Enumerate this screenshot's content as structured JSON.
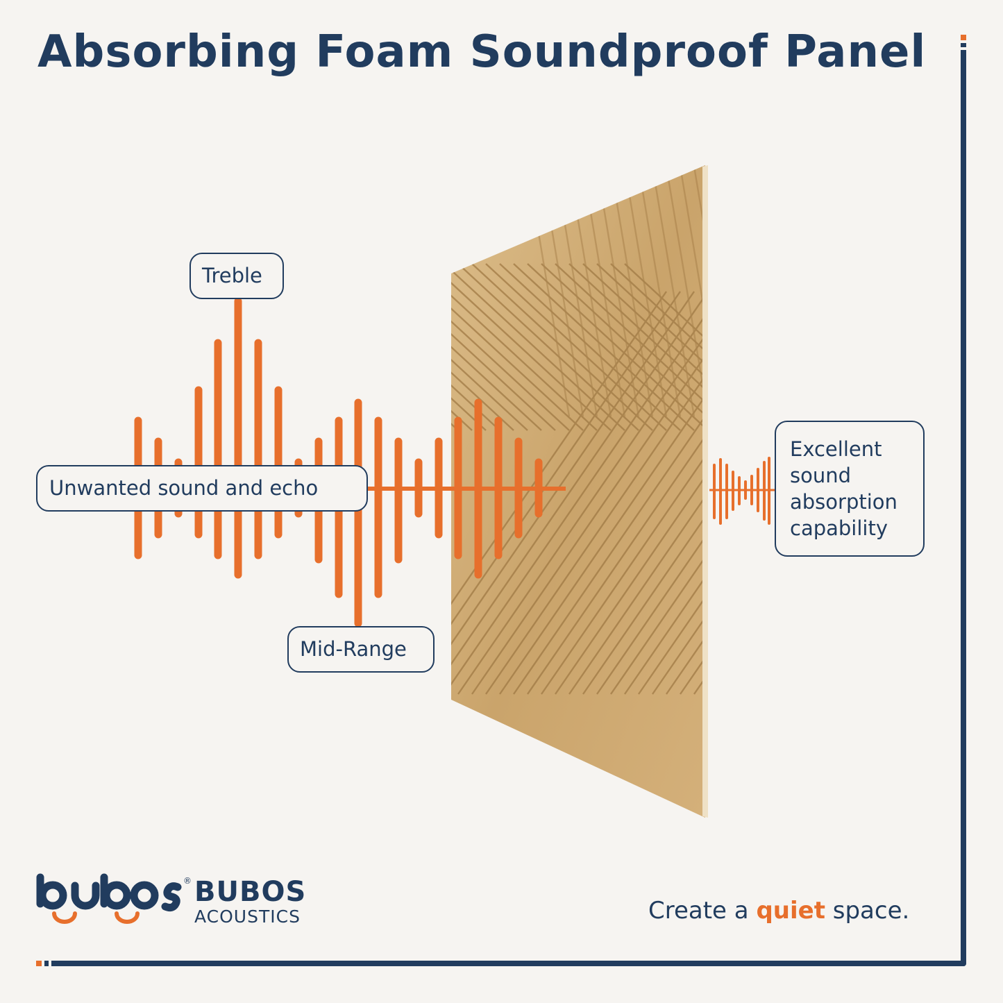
{
  "title": "Absorbing Foam Soundproof Panel",
  "labels": {
    "treble": "Treble",
    "unwanted": "Unwanted sound and echo",
    "midrange": "Mid-Range",
    "excellent": [
      "Excellent",
      "sound",
      "absorption",
      "capability"
    ]
  },
  "brand": {
    "logo_text": "bubos",
    "registered": "®",
    "name": "BUBOS",
    "subtitle": "ACOUSTICS"
  },
  "tagline": {
    "before": "Create a ",
    "highlight": "quiet",
    "after": " space."
  },
  "colors": {
    "navy": "#213c5e",
    "orange": "#e76f2c",
    "background": "#f6f4f1",
    "wood_light": "#d7b682",
    "wood_dark": "#9c7440"
  },
  "icons": [
    "sound-wave-icon",
    "wood-panel-icon",
    "bubos-logo-icon"
  ]
}
